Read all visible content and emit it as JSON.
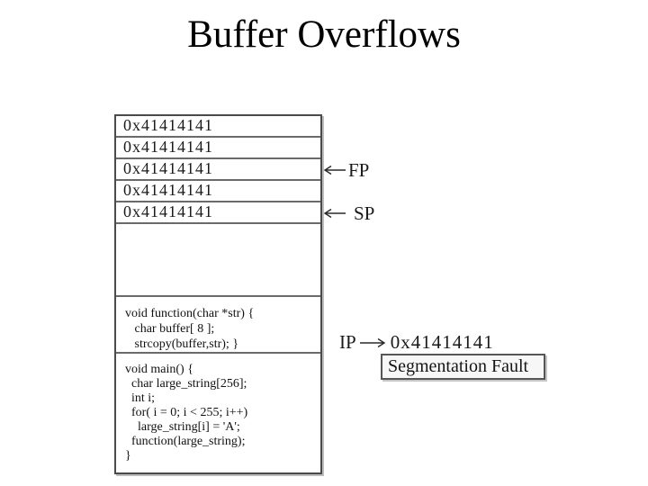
{
  "slide": {
    "title": "Buffer Overflows"
  },
  "stack_diagram": {
    "rows": [
      "0x41414141",
      "0x41414141",
      "0x41414141",
      "0x41414141",
      "0x41414141"
    ],
    "pointers": {
      "fp": {
        "label": "FP"
      },
      "sp": {
        "label": "SP"
      }
    },
    "function_code": {
      "lines": [
        "void function(char *str) {",
        "   char buffer[ 8 ];",
        "   strcopy(buffer,str); }"
      ]
    },
    "main_code": {
      "lines": [
        "void main() {",
        "  char large_string[256];",
        "  int i;",
        "  for( i = 0; i < 255; i++)",
        "    large_string[i] = 'A';",
        "  function(large_string);",
        "}"
      ]
    }
  },
  "ip_annotation": {
    "register": "IP",
    "value": "0x41414141"
  },
  "segfault": {
    "label": "Segmentation Fault"
  },
  "colors": {
    "box_border": "#4a4a4a",
    "divider_line": "#6a6a6a",
    "shadow": "#bdbdbd",
    "segfault_background": "#f7f7f7",
    "text": "#111111"
  }
}
